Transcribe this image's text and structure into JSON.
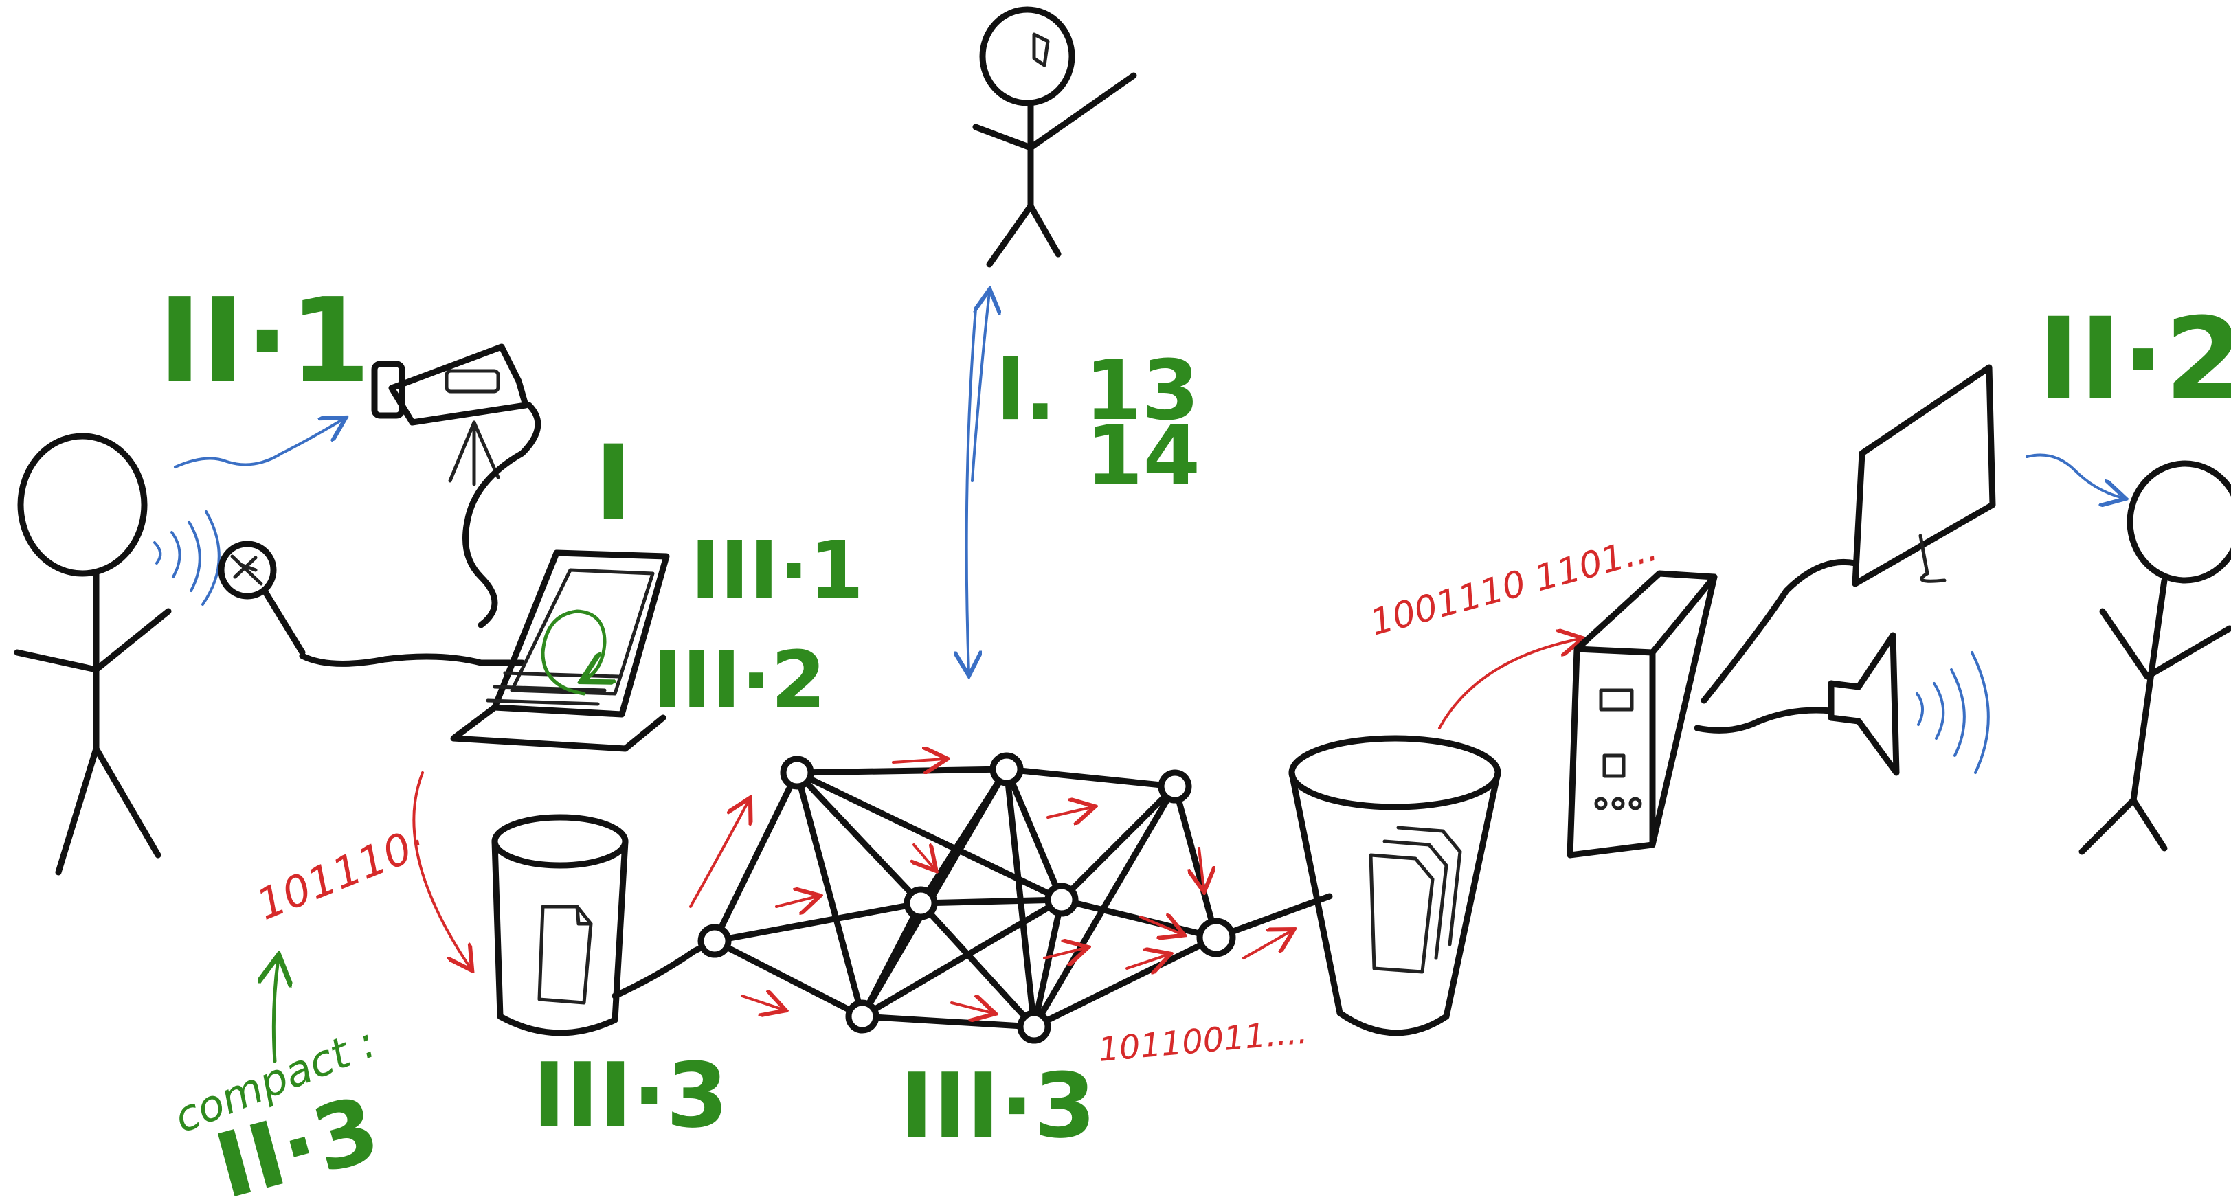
{
  "colors": {
    "ink": "#111111",
    "label_green": "#2f8a1e",
    "signal_blue": "#3a6fc4",
    "data_red": "#d62a2a"
  },
  "labels": {
    "ii_1": "II·1",
    "i": "I",
    "iii_1": "III·1",
    "iii_2": "III·2",
    "l_13": "l. 13",
    "l_14": "14",
    "ii_2": "II·2",
    "iii_3_left": "III·3",
    "iii_3_center": "III·3",
    "compact": "compact :",
    "ii_3": "II·3"
  },
  "bitstreams": {
    "left": "101110·",
    "bottom": "10110011....",
    "top_right": "1001110 1101..."
  },
  "icons": [
    "stick-person-icon",
    "video-camera-icon",
    "microphone-icon",
    "laptop-icon",
    "database-icon",
    "network-node-icon",
    "computer-tower-icon",
    "monitor-icon",
    "speaker-icon"
  ]
}
